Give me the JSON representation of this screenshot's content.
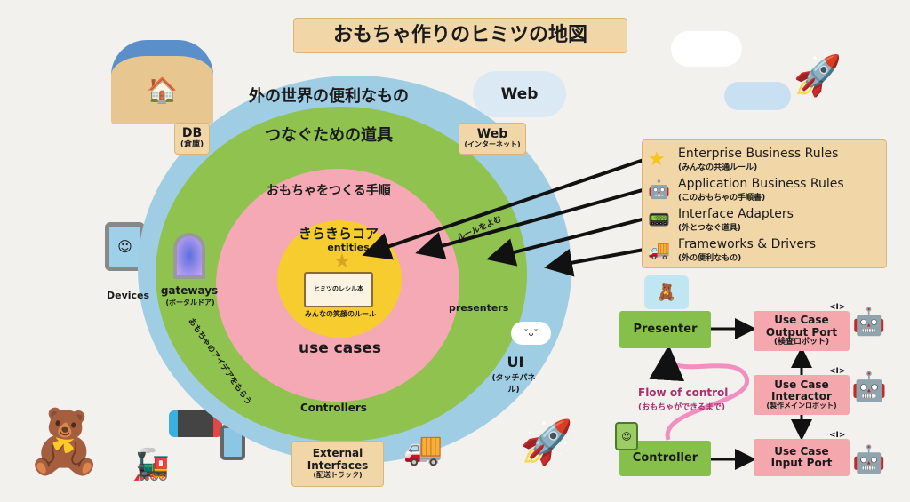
{
  "title": "おもちゃ作りのヒミツの地図",
  "rings": {
    "outer": "外の世界の便利なもの",
    "adapters": "つなぐための道具",
    "usecases_title": "おもちゃをつくる手順",
    "core_title": "きらきらコア",
    "core_sub": "entities",
    "core_book": "みんなの笑顔のルール",
    "book_title": "ヒミツのレシル本",
    "usecases": "use cases",
    "presenters": "presenters",
    "gateways": "gateways",
    "gateways_sub": "(ポータルドア)",
    "controllers": "Controllers",
    "ideas": "おもちゃのアイデアをもらう",
    "read_rules": "ルールをよむ",
    "devices": "Devices",
    "ui": "UI",
    "ui_sub": "(タッチパネル)",
    "db": "DB",
    "db_sub": "(倉庫)",
    "web": "Web",
    "web_sub": "(インターネット)",
    "web_cloud": "Web",
    "ext": "External Interfaces",
    "ext_sub": "(配送トラック)"
  },
  "legend": [
    {
      "title": "Enterprise Business Rules",
      "sub": "(みんなの共通ルール)",
      "icon": "star-icon"
    },
    {
      "title": "Application Business Rules",
      "sub": "(このおもちゃの手順書)",
      "icon": "robot-icon"
    },
    {
      "title": "Interface Adapters",
      "sub": "(外とつなぐ道具)",
      "icon": "device-icon"
    },
    {
      "title": "Frameworks & Drivers",
      "sub": "(外の便利なもの)",
      "icon": "truck-icon"
    }
  ],
  "flow": {
    "presenter": "Presenter",
    "controller": "Controller",
    "output_port": "Use Case\nOutput Port",
    "output_sub": "(検査ロボット)",
    "interactor": "Use Case\nInteractor",
    "interactor_sub": "(製作メインロボット)",
    "input_port": "Use Case\nInput Port",
    "stereo": "<I>",
    "flow_label": "Flow of control",
    "flow_sub": "(おもちゃができるまで)"
  }
}
